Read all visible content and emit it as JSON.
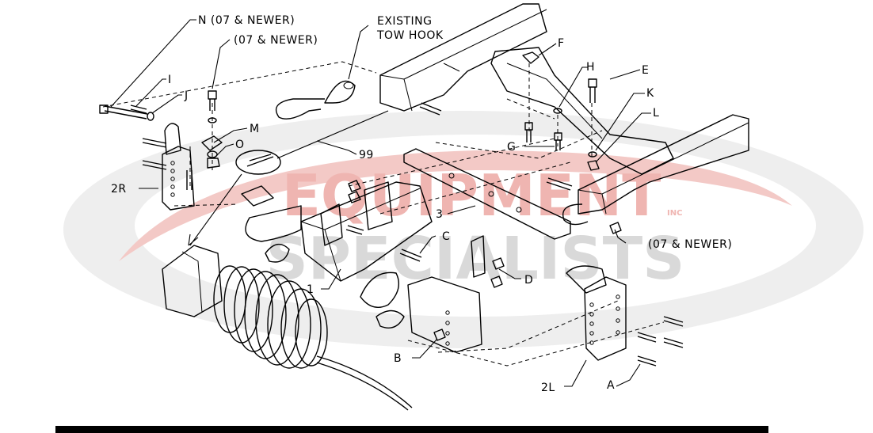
{
  "watermark": {
    "line1": "EQUIPMENT",
    "line2": "SPECIALISTS",
    "mark": "INC",
    "colors": {
      "red": "#e48a85",
      "gray": "#c9c9c9"
    }
  },
  "callouts": {
    "n": "N (07 & NEWER)",
    "bolt_07": "(07 & NEWER)",
    "existing": "EXISTING",
    "tow_hook": "TOW HOOK",
    "i": "I",
    "j": "J",
    "f": "F",
    "h": "H",
    "e": "E",
    "m": "M",
    "o": "O",
    "k": "K",
    "l": "L",
    "g": "G",
    "p99": "99",
    "r2": "2R",
    "p3": "3",
    "nuts_07": "(07 & NEWER)",
    "c": "C",
    "p1": "1",
    "d": "D",
    "b": "B",
    "l2": "2L",
    "a": "A"
  },
  "bottom_rule_color": "#000000"
}
